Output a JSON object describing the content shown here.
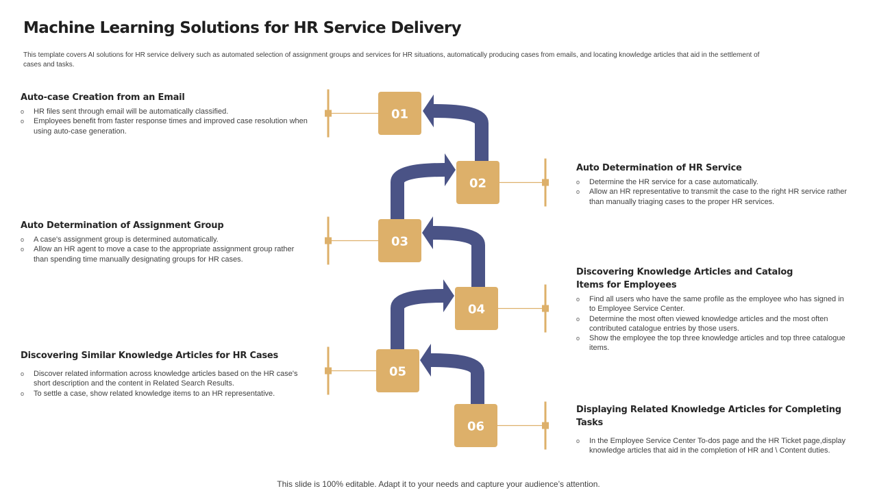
{
  "slide": {
    "title": "Machine Learning Solutions for HR Service Delivery",
    "subtitle": "This template covers AI solutions for HR service delivery such as automated selection of assignment groups and services for HR situations, automatically producing cases from emails, and locating knowledge articles that aid in the settlement of cases and tasks.",
    "footer": "This slide is 100% editable. Adapt it to your needs and capture your audience’s attention."
  },
  "colors": {
    "box": "#DDB06A",
    "arrow": "#4A5386",
    "connector": "#DDB06A",
    "text": "#404040"
  },
  "steps": [
    {
      "number": "01",
      "heading": "Auto-case Creation from an Email",
      "bullets": [
        "HR files sent through email will be automatically classified.",
        "Employees benefit from faster response times and improved case resolution when using auto-case generation."
      ]
    },
    {
      "number": "02",
      "heading": "Auto Determination of HR Service",
      "bullets": [
        "Determine the HR service for a case automatically.",
        "Allow an HR representative to transmit the case to the right HR service rather than manually triaging cases to the proper HR services."
      ]
    },
    {
      "number": "03",
      "heading": "Auto Determination of Assignment Group",
      "bullets": [
        "A case's assignment group is determined automatically.",
        "Allow an HR agent to move a case to the appropriate assignment group rather than spending time manually designating groups for HR cases."
      ]
    },
    {
      "number": "04",
      "heading": "Discovering Knowledge Articles and Catalog Items for Employees",
      "bullets": [
        "Find all users who have the same profile as the employee who has signed in to Employee Service Center.",
        "Determine the most often viewed knowledge articles and the most often contributed catalogue entries by those users.",
        "Show the employee the top three knowledge articles and top three catalogue items."
      ]
    },
    {
      "number": "05",
      "heading": "Discovering Similar Knowledge Articles for HR Cases",
      "bullets": [
        "Discover related information across knowledge articles based on the HR case's short description and the content in Related Search Results.",
        "To settle a case, show related knowledge items to an HR representative."
      ]
    },
    {
      "number": "06",
      "heading": "Displaying Related Knowledge Articles for Completing Tasks",
      "bullets": [
        "In the Employee Service Center To-dos page and the HR Ticket page,display knowledge articles that aid in the completion of HR and \\ Content duties."
      ]
    }
  ]
}
